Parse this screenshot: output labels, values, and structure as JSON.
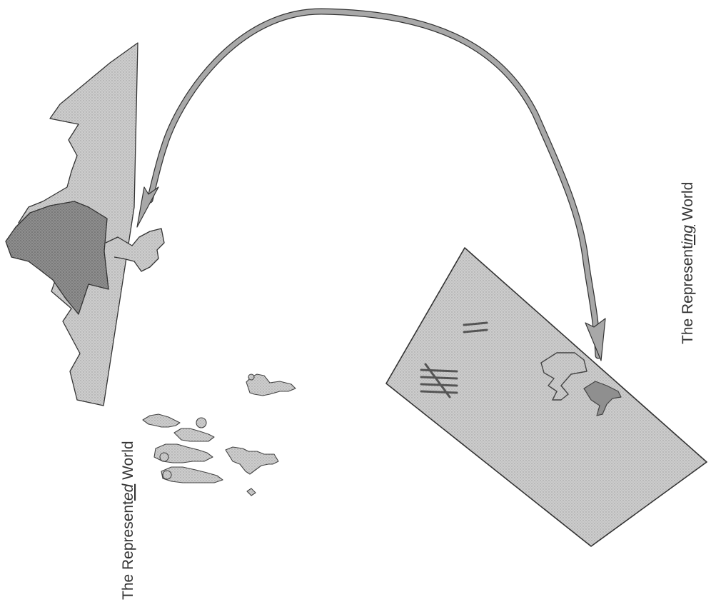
{
  "labels": {
    "represented_prefix": "The Represent",
    "represented_suffix": "ed",
    "represented_world": " World",
    "representing_prefix": "The Represent",
    "representing_suffix": "ing",
    "representing_world": " World"
  },
  "tally_marks": "𝍸 ||",
  "colors": {
    "light_fill": "#c8c8c8",
    "dark_fill": "#8a8a8a",
    "stroke": "#333333",
    "arrow_fill": "#a8a8a8"
  }
}
